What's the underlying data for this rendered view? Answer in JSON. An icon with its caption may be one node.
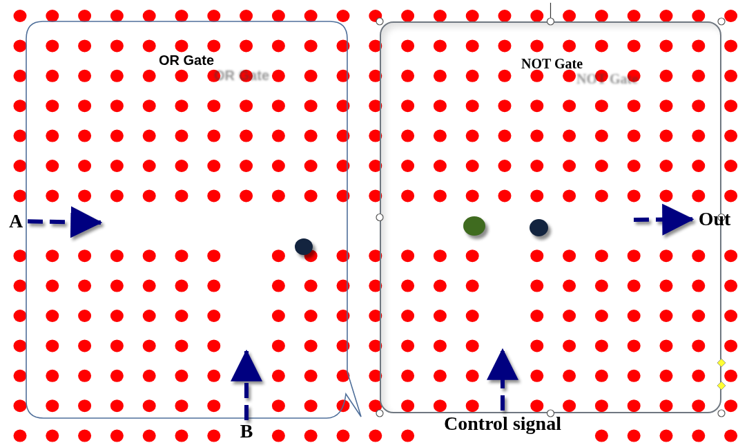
{
  "diagram": {
    "nodes": [
      {
        "text": [
          "OR Gate"
        ]
      },
      {
        "text": [
          "NOT Gate"
        ]
      },
      {
        "text": [
          "A"
        ]
      },
      {
        "text": [
          "B"
        ]
      },
      {
        "text": [
          "Control signal"
        ]
      },
      {
        "text": [
          "Out"
        ]
      },
      {
        "text": [],
        "shape": "circle",
        "in": 0
      },
      {
        "text": [],
        "shape": "circle",
        "in": 1
      },
      {
        "text": [],
        "shape": "circle",
        "in": 1
      }
    ],
    "edges": [
      {
        "from": 2,
        "to": null,
        "arrow": "to",
        "style": "dashed"
      },
      {
        "from": 3,
        "to": null,
        "arrow": "to",
        "style": "dashed"
      },
      {
        "from": 4,
        "to": null,
        "arrow": "to",
        "style": "dashed"
      },
      {
        "from": null,
        "to": 5,
        "arrow": "to",
        "style": "dashed"
      }
    ]
  }
}
